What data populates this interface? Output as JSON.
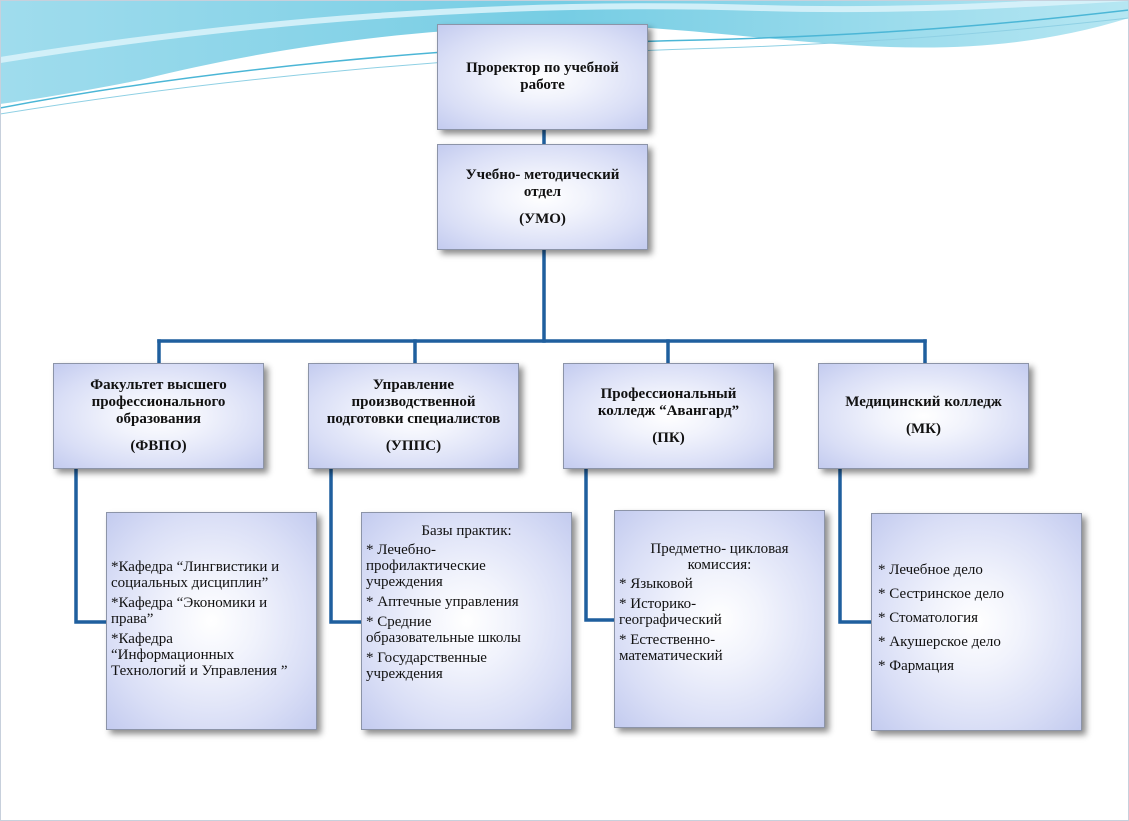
{
  "colors": {
    "connector": "#1f5f9e",
    "wave": "#5ec4df",
    "box_fill": "#d9def6",
    "box_border": "#8c94a8"
  },
  "top": {
    "title": "Проректор по учебной\nработе"
  },
  "umo": {
    "title": "Учебно- методический\nотдел",
    "abbr": "(УМО)"
  },
  "units": [
    {
      "title": "Факультет высшего\nпрофессионального\nобразования",
      "abbr": "(ФВПО)"
    },
    {
      "title": "Управление\nпроизводственной\nподготовки специалистов",
      "abbr": "(УППС)"
    },
    {
      "title": "Профессиональный\nколледж “Авангард”",
      "abbr": "(ПК)"
    },
    {
      "title": "Медицинский колледж",
      "abbr": "(МК)"
    }
  ],
  "details": [
    {
      "title": "",
      "items": [
        "*Кафедра “Лингвистики и\nсоциальных дисциплин”",
        "*Кафедра “Экономики и\nправа”",
        "*Кафедра\n“Информационных\nТехнологий и Управления ”"
      ]
    },
    {
      "title": "Базы практик:",
      "items": [
        "* Лечебно-\nпрофилактические\nучреждения",
        "* Аптечные управления",
        "* Средние\nобразовательные  школы",
        "* Государственные\nучреждения"
      ]
    },
    {
      "title": "Предметно- цикловая\nкомиссия:",
      "items": [
        "* Языковой",
        "* Историко-\nгеографический",
        "* Естественно-\nматематический"
      ]
    },
    {
      "title": "",
      "items": [
        "*  Лечебное дело",
        "*  Сестринское дело",
        "*  Стоматология",
        "*  Акушерское дело",
        "*  Фармация"
      ]
    }
  ]
}
